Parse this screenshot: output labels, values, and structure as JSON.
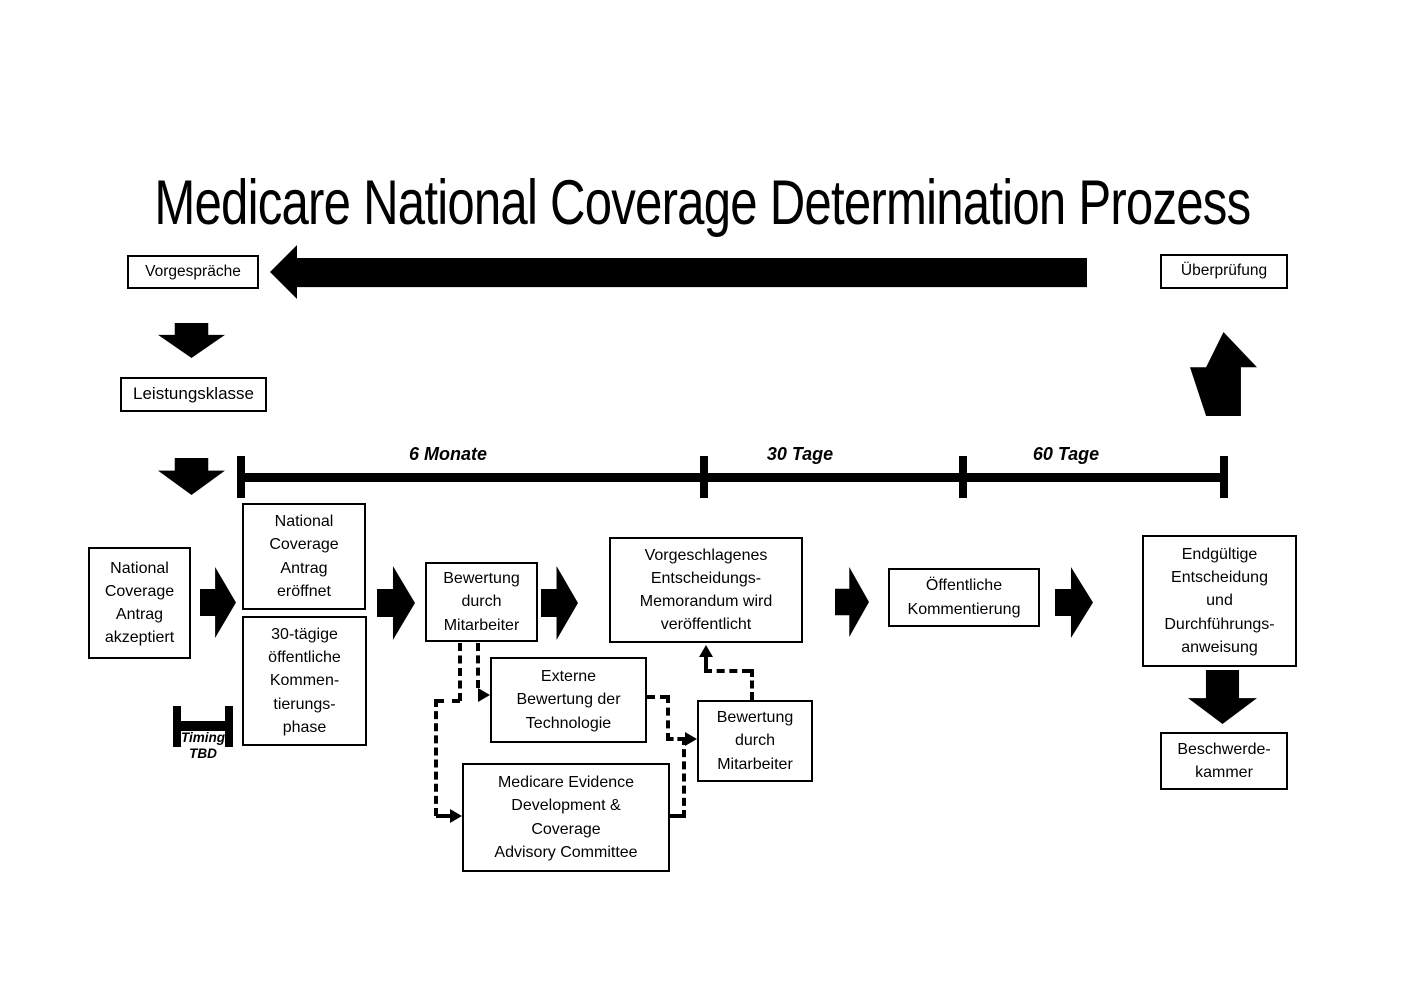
{
  "title": "Medicare National Coverage Determination Prozess",
  "boxes": {
    "vorgespraeche": "Vorgespräche",
    "ueberpruefung": "Überprüfung",
    "leistungsklasse": "Leistungsklasse",
    "nca_akzeptiert": "National\nCoverage\nAntrag\nakzeptiert",
    "nca_eroeffnet": "National\nCoverage\nAntrag\neröffnet",
    "kommentierungsphase": "30-tägige\nöffentliche\nKommen-\ntierungs-\nphase",
    "bewertung_mitarbeiter_1": "Bewertung\ndurch\nMitarbeiter",
    "vorgeschlagenes_memo": "Vorgeschlagenes\nEntscheidungs-\nMemorandum wird\nveröffentlicht",
    "oeffentliche_kommentierung": "Öffentliche\nKommentierung",
    "endgueltige_entscheidung": "Endgültige\nEntscheidung\nund\nDurchführungs-\nanweisung",
    "beschwerdekammer": "Beschwerde-\nkammer",
    "externe_bewertung": "Externe\nBewertung der\nTechnologie",
    "bewertung_mitarbeiter_2": "Bewertung\ndurch\nMitarbeiter",
    "medcac": "Medicare Evidence\nDevelopment &\nCoverage\nAdvisory Committee"
  },
  "timeline": {
    "phase_1_label": "6 Monate",
    "phase_2_label": "30 Tage",
    "phase_3_label": "60 Tage",
    "timing_tbd_label": "Timing\nTBD"
  },
  "colors": {
    "ink": "#000000",
    "background": "#ffffff"
  }
}
